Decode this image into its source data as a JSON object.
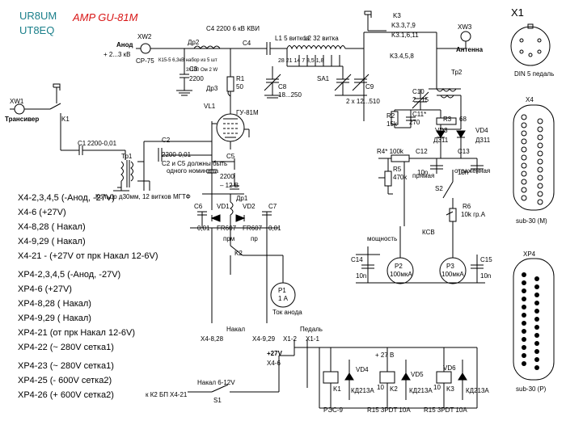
{
  "header": {
    "callsign_1": "UR8UM",
    "callsign_2": "UT8EQ",
    "title": "AMP GU-81M"
  },
  "components": {
    "x1": "X1",
    "x1_desc": "DIN 5 педаль",
    "x4": "X4",
    "x4_desc": "sub-30 (M)",
    "xp4": "XP4",
    "xp4_desc": "sub-30 (P)",
    "xw1": "XW1",
    "xw1_desc": "Трансивер",
    "xw2": "XW2",
    "xw2_desc": "CP-75",
    "xw3": "XW3",
    "xw3_desc": "Антенна",
    "anode": "Анод",
    "anode_v": "+ 2...3 кВ",
    "k1": "K1",
    "k3": "K3",
    "k3_a": "K3.3,7,9",
    "k3_b": "K3.1,6,11",
    "k3_c": "K3.4,5,8",
    "dr2": "Др2",
    "dr3": "Др3",
    "dr2_note": "К15-5 6,3кВ набор из 5 шт",
    "cap_note": "3х150 Ом 2 W",
    "c4": "C4 2200 6 кВ КВИ",
    "c4_lbl": "C4",
    "c3": "C3",
    "c3_val": "2200",
    "r1": "R1",
    "r1_val": "50",
    "l1": "L1 5 витков",
    "l2": "L2 32 витка",
    "taps": "28 21 14 7 3,5 1,8",
    "sa1": "SA1",
    "c8": "C8",
    "c8_val": "18...250",
    "c9": "C9",
    "c9_val": "2 х 12...510",
    "tube": "VL1",
    "tube_type": "ГУ-81М",
    "c1": "C1",
    "c1_val": "2200-0,01",
    "tr1": "Тр1",
    "c2": "C2",
    "c2_val": "2200-0,01",
    "c2c5_note_1": "C2 и C5 должны быть",
    "c2c5_note_2": "одного номинала",
    "c5": "C5",
    "c5_val": "2200",
    "ring_note": "Кольцо д30мм, 12 витков МГТФ",
    "minus12": "– 12 В",
    "dr1": "Др1",
    "c6": "C6",
    "c6_val": "0,01",
    "vd1": "VD1",
    "vd1_val": "FR607",
    "vd2": "VD2",
    "vd2_val": "FR607",
    "c7": "C7",
    "c7_val": "0,01",
    "k2": "K2",
    "prm": "прм",
    "pr": "пр",
    "p1": "P1",
    "p1_val": "1 А",
    "p1_desc": "Ток анода",
    "nakal": "Накал",
    "x4_828": "X4-8,28",
    "x4_929": "X4-9,29",
    "c10": "C10",
    "c10_val": "2...15",
    "tr2": "Тр2",
    "r2": "R2",
    "r2_val": "15k",
    "c11": "C11*",
    "c11_val": "270",
    "r3": "R3",
    "r3_val": "68",
    "vd3": "VD3",
    "vd3_val": "Д311",
    "vd4": "VD4",
    "vd4_val": "Д311",
    "r4": "R4* 100k",
    "c12": "C12",
    "c12_val": "10n",
    "c13": "C13",
    "c13_val": "10n",
    "r5": "R5",
    "r5_val": "470k",
    "pryamaya": "прямая",
    "otrazh": "отраженная",
    "s2": "S2",
    "r6": "R6",
    "r6_val": "10k гр.А",
    "power": "мощность",
    "ksv": "КСВ",
    "p2": "P2",
    "p2_val": "100мкА",
    "p3": "P3",
    "p3_val": "100мкА",
    "c14": "C14",
    "c14_val": "10n",
    "c15": "C15",
    "c15_val": "10n",
    "pedal": "Педаль",
    "x12": "X1-2",
    "x11": "X1-1",
    "plus27v": "+27V",
    "x46": "X4-6",
    "plus27b": "+ 27 В",
    "vd4b": "VD4",
    "vd5": "VD5",
    "vd6": "VD6",
    "kd213": "КД213А",
    "k1b": "K1",
    "k2b": "K2",
    "k3b": "K3",
    "pin10": "10",
    "rele1": "РЭС-9",
    "rele2": "R15 3PDT 10A",
    "rele3": "R15 3PDT 10A",
    "nakal_612": "Накал 6-12V",
    "kbp": "к К2  БП",
    "x421": "X4-21",
    "s1": "S1"
  },
  "pinout": [
    "X4-2,3,4,5 (-Анод, -27V)",
    "X4-6 (+27V)",
    "X4-8,28 ( Накал)",
    "X4-9,29 ( Накал)",
    "X4-21 - (+27V  от прк Накал 12-6V)",
    "XP4-2,3,4,5 (-Анод, -27V)",
    "XP4-6 (+27V)",
    "XP4-8,28 ( Накал)",
    "XP4-9,29 ( Накал)",
    "XP4-21 (от прк Накал 12-6V)",
    "XP4-22 (~ 280V сетка1)",
    "XP4-23 (~ 280V сетка1)",
    "XP4-25 (- 600V сетка2)",
    "XP4-26 (+ 600V сетка2)"
  ]
}
